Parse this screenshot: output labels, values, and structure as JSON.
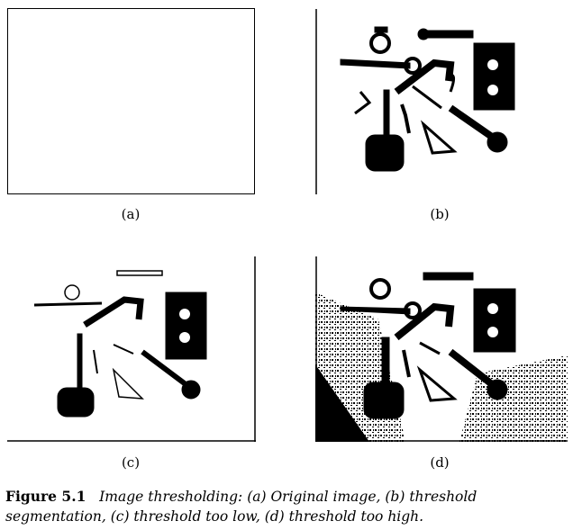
{
  "panels": [
    {
      "id": "a",
      "label": "(a)"
    },
    {
      "id": "b",
      "label": "(b)"
    },
    {
      "id": "c",
      "label": "(c)"
    },
    {
      "id": "d",
      "label": "(d)"
    }
  ],
  "figure_caption": {
    "label": "Figure 5.1",
    "text": "Image thresholding: (a) Original image, (b) threshold segmentation, (c) threshold too low, (d) threshold too high."
  }
}
